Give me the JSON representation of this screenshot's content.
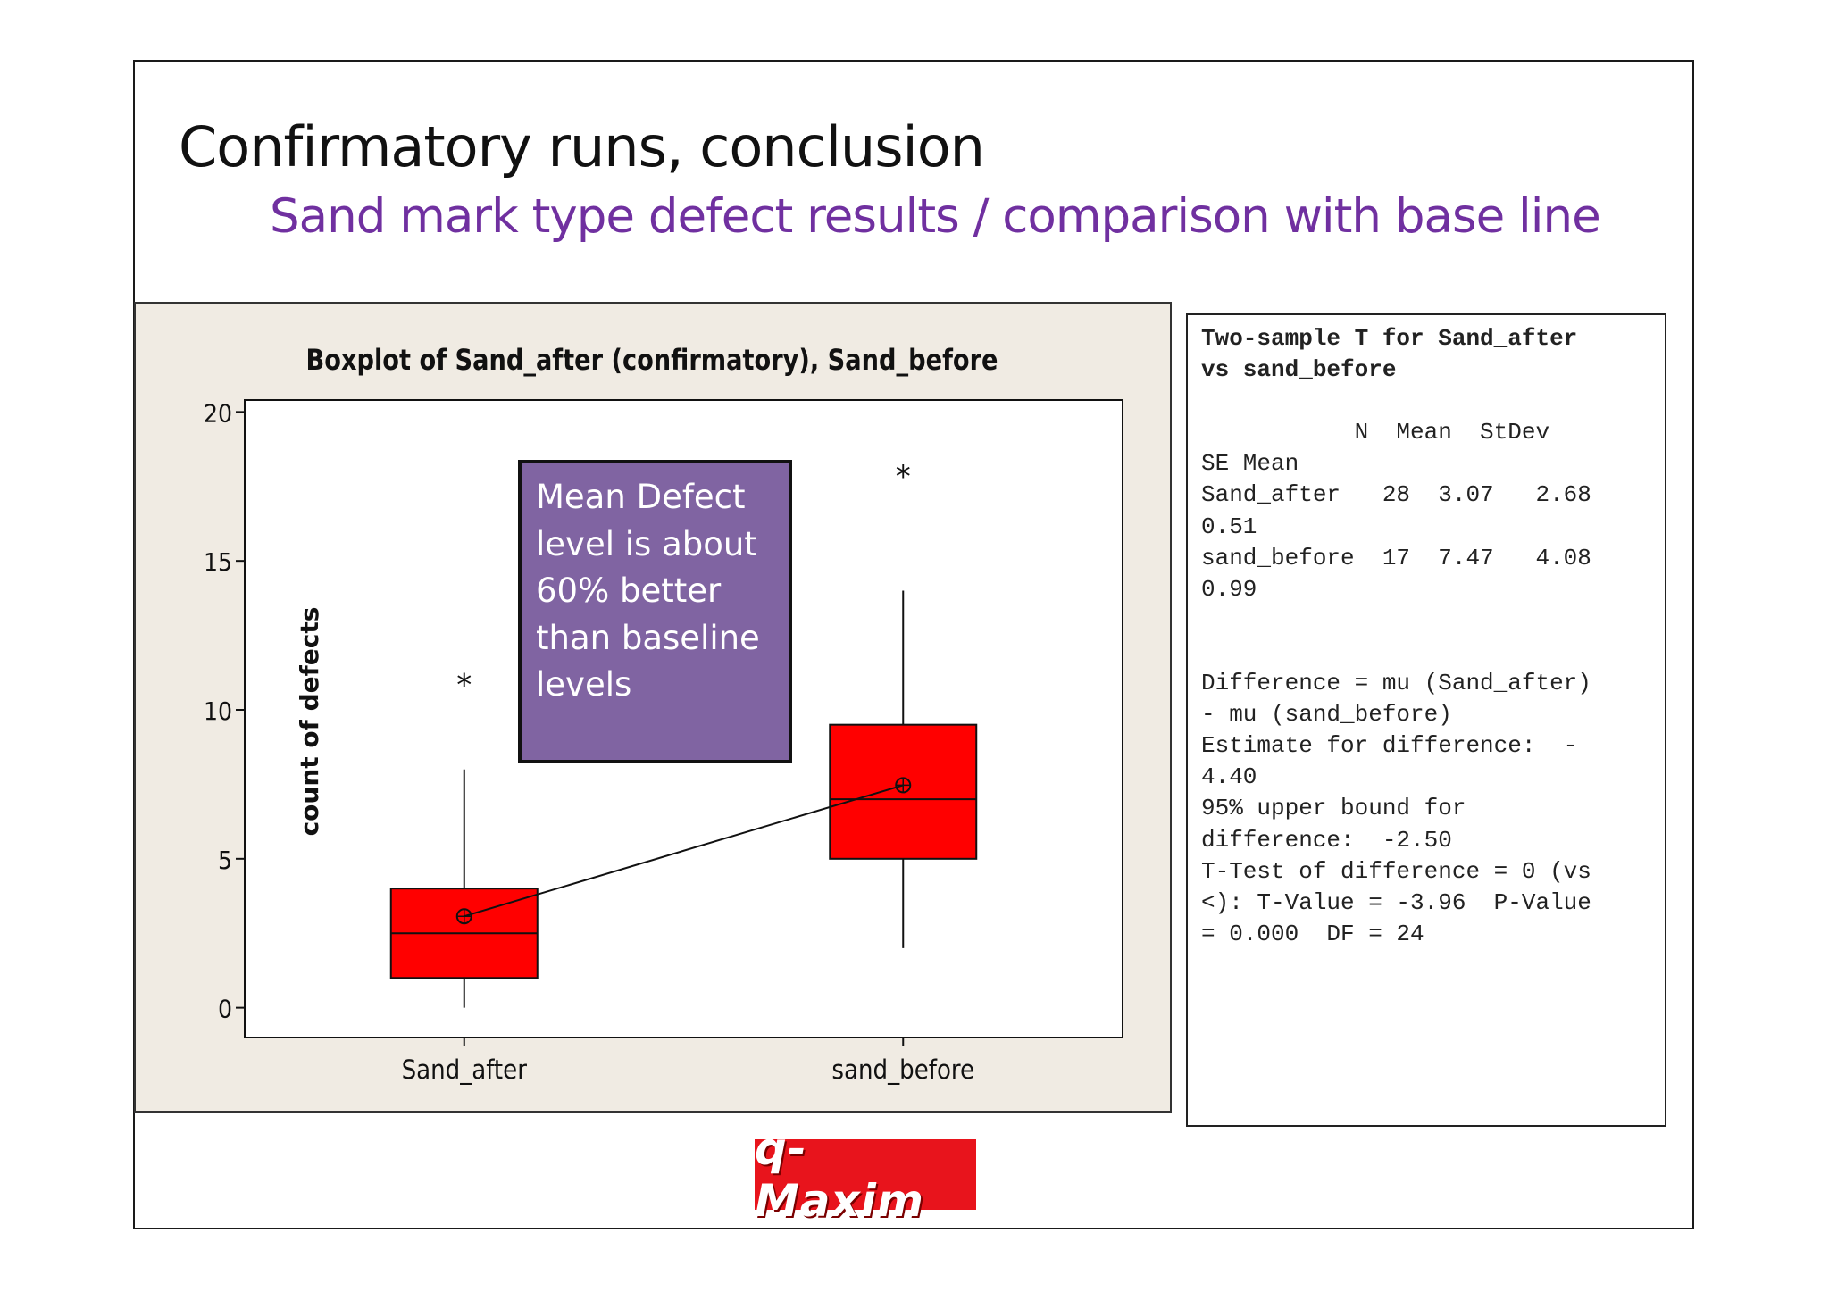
{
  "slide": {
    "title": "Confirmatory runs, conclusion",
    "subtitle": "Sand mark type defect results / comparison with base line"
  },
  "callout": {
    "text": "Mean Defect level is about 60% better than baseline levels"
  },
  "stats": {
    "title_line1": "Two-sample T for Sand_after",
    "title_line2": "vs sand_before",
    "body": "\n           N  Mean  StDev\nSE Mean\nSand_after   28  3.07   2.68\n0.51\nsand_before  17  7.47   4.08\n0.99\n\n\nDifference = mu (Sand_after)\n- mu (sand_before)\nEstimate for difference:  -\n4.40\n95% upper bound for\ndifference:  -2.50\nT-Test of difference = 0 (vs\n<): T-Value = -3.96  P-Value\n= 0.000  DF = 24"
  },
  "logo": {
    "text": "q-Maxim"
  },
  "colors": {
    "box_fill": "#ff0000",
    "callout_fill": "#8064a2",
    "subtitle": "#7030a0",
    "panel_bg": "#f0ebe3",
    "logo_bg": "#e8141c"
  },
  "chart_data": {
    "type": "boxplot",
    "title": "Boxplot of Sand_after (confirmatory), Sand_before",
    "ylabel": "count of defects",
    "xlabel": "",
    "ylim": [
      -1,
      20.4
    ],
    "yticks": [
      0,
      5,
      10,
      15,
      20
    ],
    "grid": false,
    "categories": [
      "Sand_after",
      "sand_before"
    ],
    "boxes": [
      {
        "category": "Sand_after",
        "min": 0,
        "q1": 1,
        "median": 2.5,
        "q3": 4,
        "max": 8,
        "mean": 3.07,
        "outliers": [
          11
        ]
      },
      {
        "category": "sand_before",
        "min": 2,
        "q1": 5,
        "median": 7,
        "q3": 9.5,
        "max": 14,
        "mean": 7.47,
        "outliers": [
          18
        ]
      }
    ],
    "mean_connect_line": true
  }
}
